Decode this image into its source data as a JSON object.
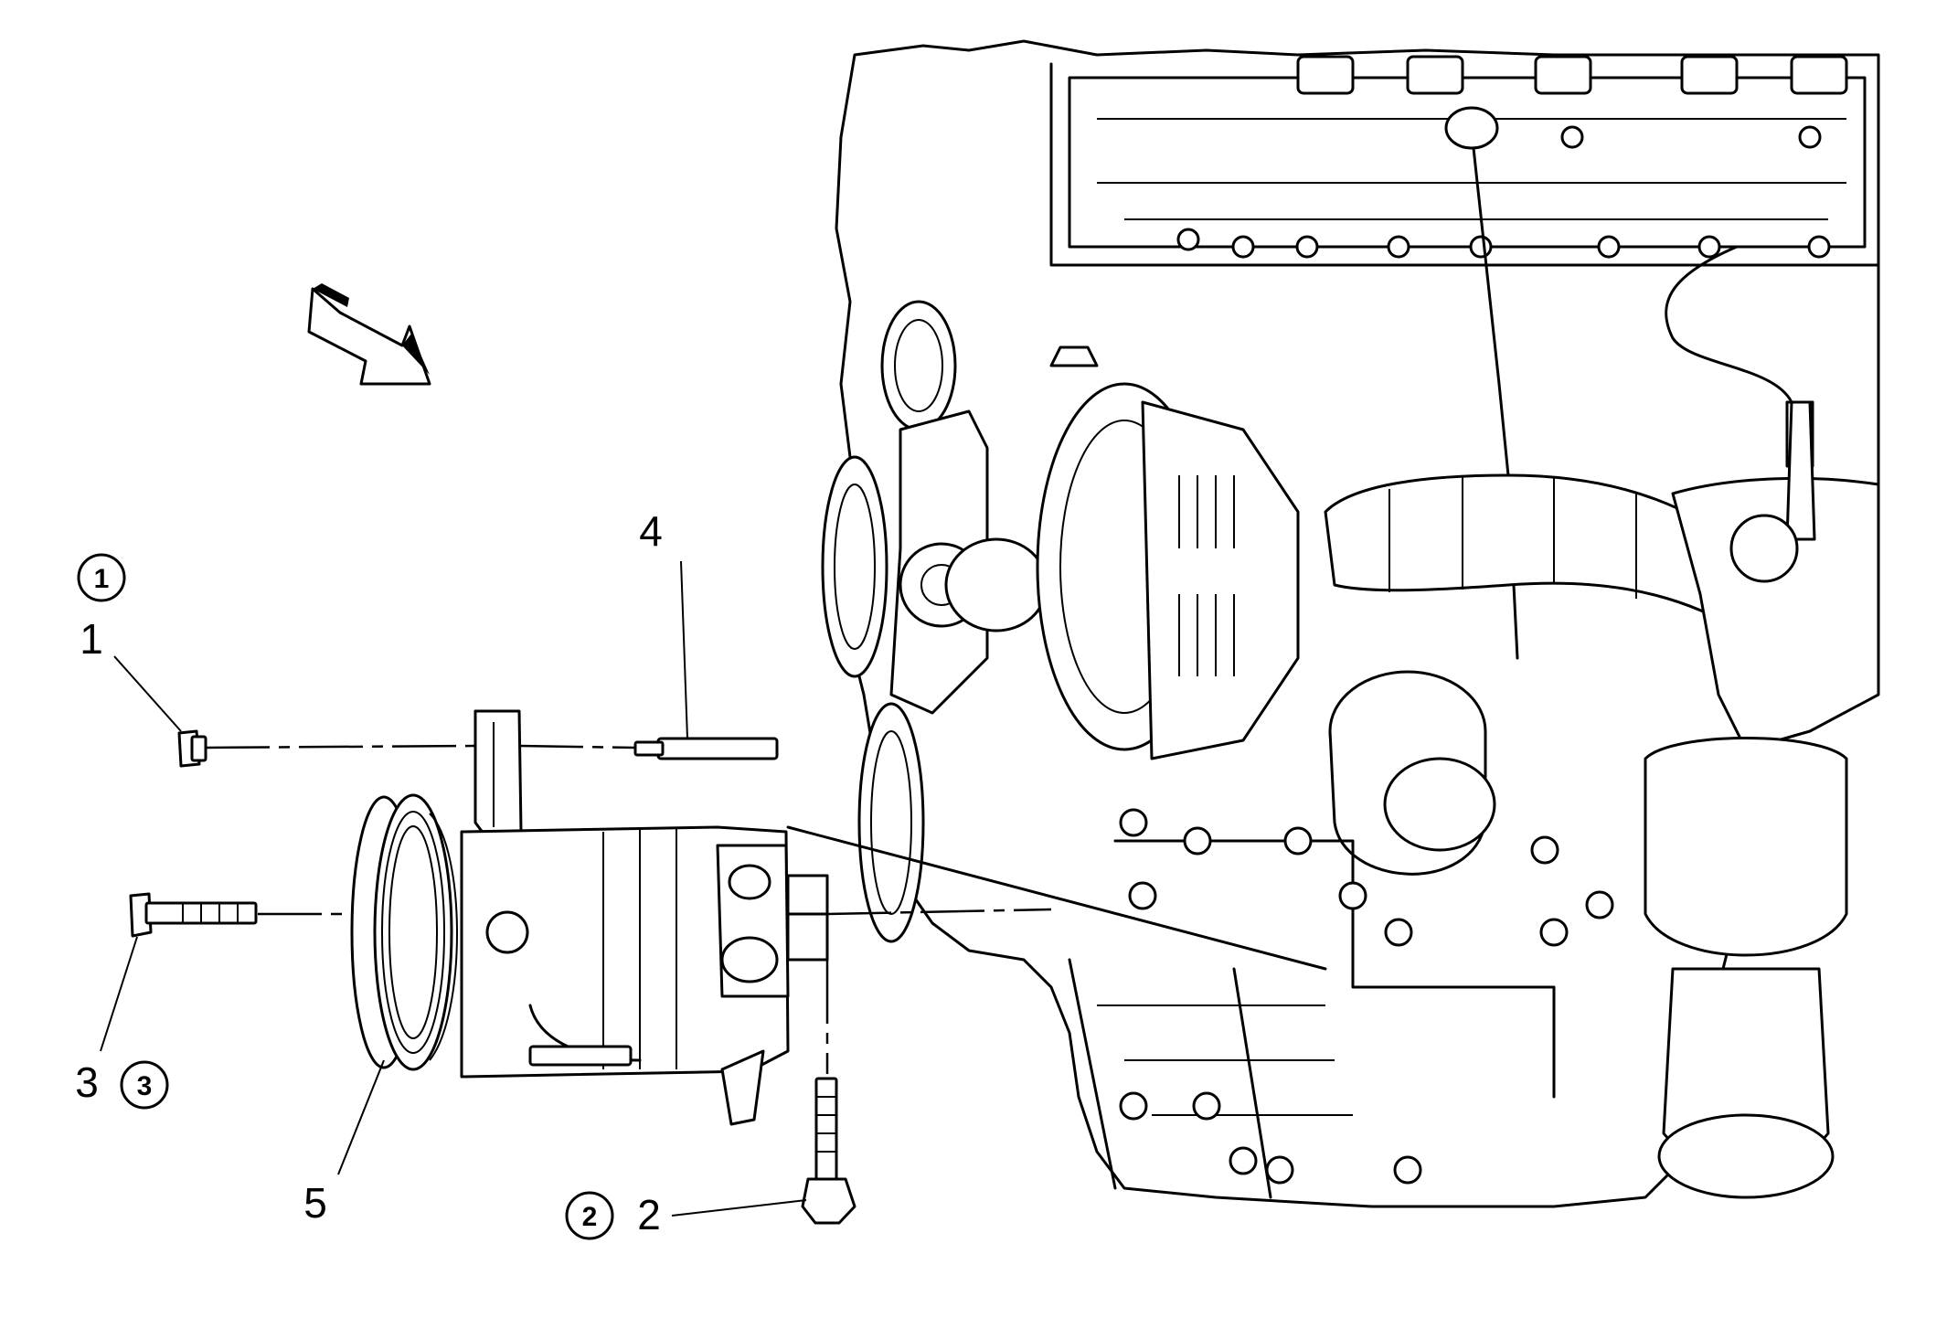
{
  "callouts": [
    {
      "id": "1",
      "label": "1",
      "step": "1"
    },
    {
      "id": "2",
      "label": "2",
      "step": "2"
    },
    {
      "id": "3",
      "label": "3",
      "step": "3"
    },
    {
      "id": "4",
      "label": "4"
    },
    {
      "id": "5",
      "label": "5"
    }
  ],
  "icons": [
    "view-direction-arrow-icon",
    "engine-assembly-icon"
  ]
}
